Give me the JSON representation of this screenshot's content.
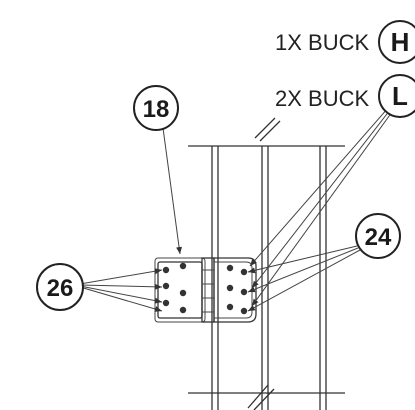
{
  "labels": {
    "buck_1x": "1X BUCK",
    "buck_2x": "2X BUCK"
  },
  "callouts": {
    "h": "H",
    "l": "L",
    "c18": "18",
    "c24": "24",
    "c26": "26"
  }
}
